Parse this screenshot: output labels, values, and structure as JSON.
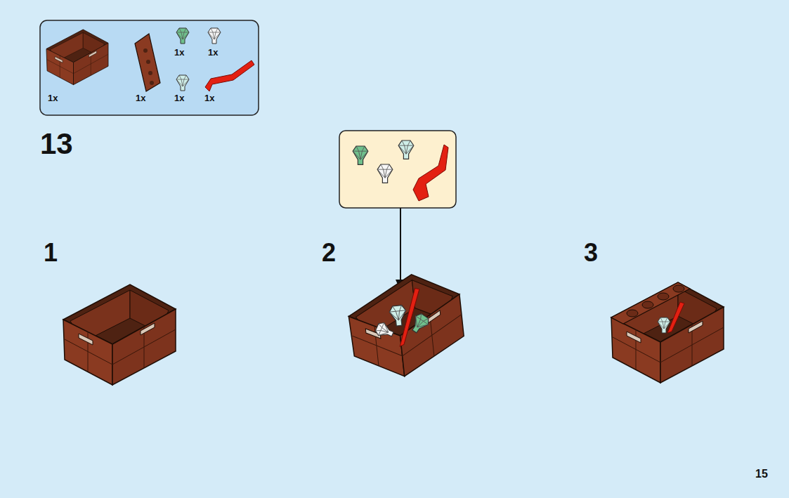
{
  "diagram": {
    "nodes": [
      {
        "text": [
          "1x",
          "1x",
          "1x",
          "1x",
          "1x",
          "1x"
        ]
      }
    ],
    "labels": [
      "13",
      "1",
      "2",
      "3",
      "15"
    ]
  }
}
